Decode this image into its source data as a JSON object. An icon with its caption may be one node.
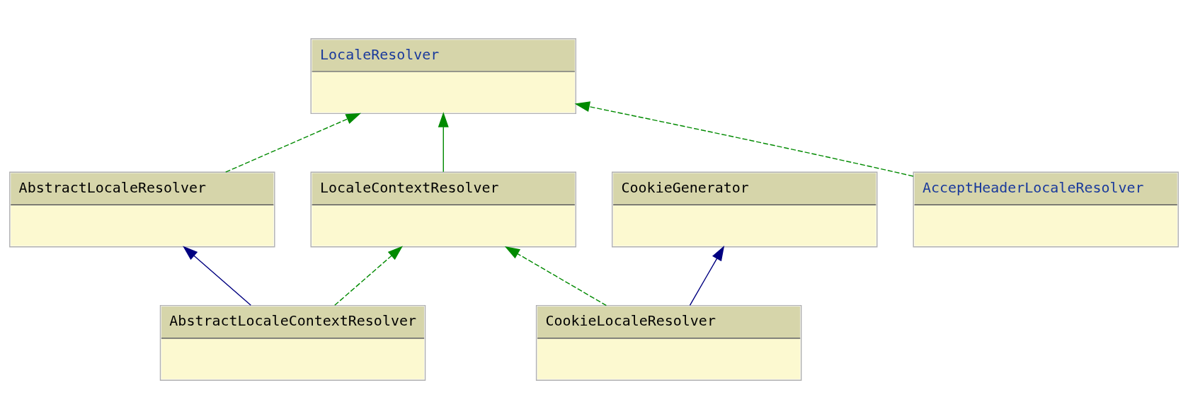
{
  "diagram": {
    "nodes": [
      {
        "text": [
          "LocaleResolver"
        ]
      },
      {
        "text": [
          "AbstractLocaleResolver"
        ]
      },
      {
        "text": [
          "LocaleContextResolver"
        ]
      },
      {
        "text": [
          "CookieGenerator"
        ]
      },
      {
        "text": [
          "AcceptHeaderLocaleResolver"
        ]
      },
      {
        "text": [
          "AbstractLocaleContextResolver"
        ]
      },
      {
        "text": [
          "CookieLocaleResolver"
        ]
      }
    ],
    "edges": [
      {
        "from": 1,
        "to": 0,
        "arrow": "to",
        "style": "dashed"
      },
      {
        "from": 2,
        "to": 0,
        "arrow": "to"
      },
      {
        "from": 4,
        "to": 0,
        "arrow": "to",
        "style": "dashed"
      },
      {
        "from": 5,
        "to": 1,
        "arrow": "to",
        "color": "#000080"
      },
      {
        "from": 5,
        "to": 2,
        "arrow": "to",
        "style": "dashed"
      },
      {
        "from": 6,
        "to": 2,
        "arrow": "to",
        "style": "dashed"
      },
      {
        "from": 6,
        "to": 3,
        "arrow": "to",
        "color": "#000080"
      }
    ]
  }
}
